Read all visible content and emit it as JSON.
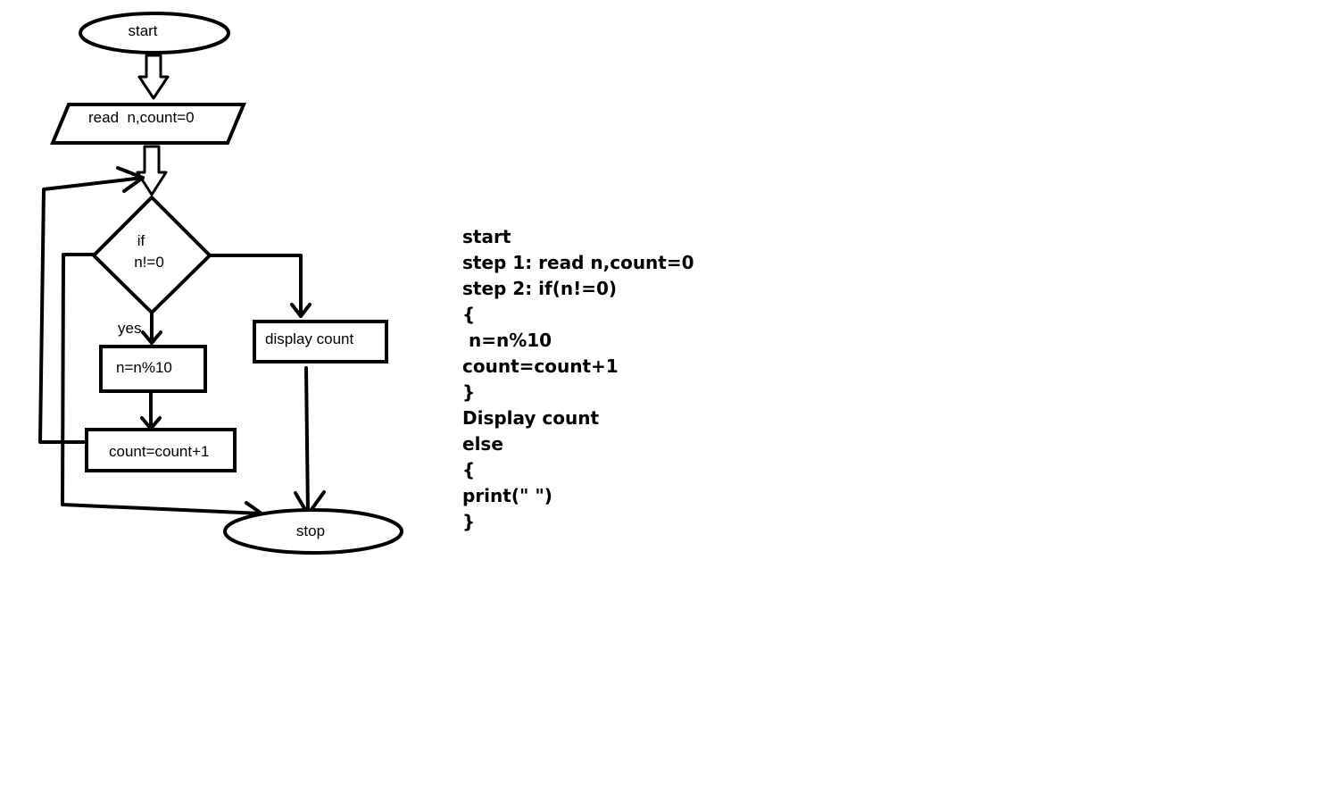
{
  "diagram": {
    "nodes": {
      "start": "start",
      "read": "read  n,count=0",
      "decision_line1": "if",
      "decision_line2": "n!=0",
      "branch_yes": "yes",
      "mod_step": "n=n%10",
      "increment": "count=count+1",
      "display": "display count",
      "stop": "stop"
    }
  },
  "pseudocode": {
    "lines": [
      "start",
      "step 1: read n,count=0",
      "step 2: if(n!=0)",
      "{",
      " n=n%10",
      "count=count+1",
      "}",
      "Display count",
      "else",
      "{",
      "print(\" \")",
      "}"
    ]
  }
}
